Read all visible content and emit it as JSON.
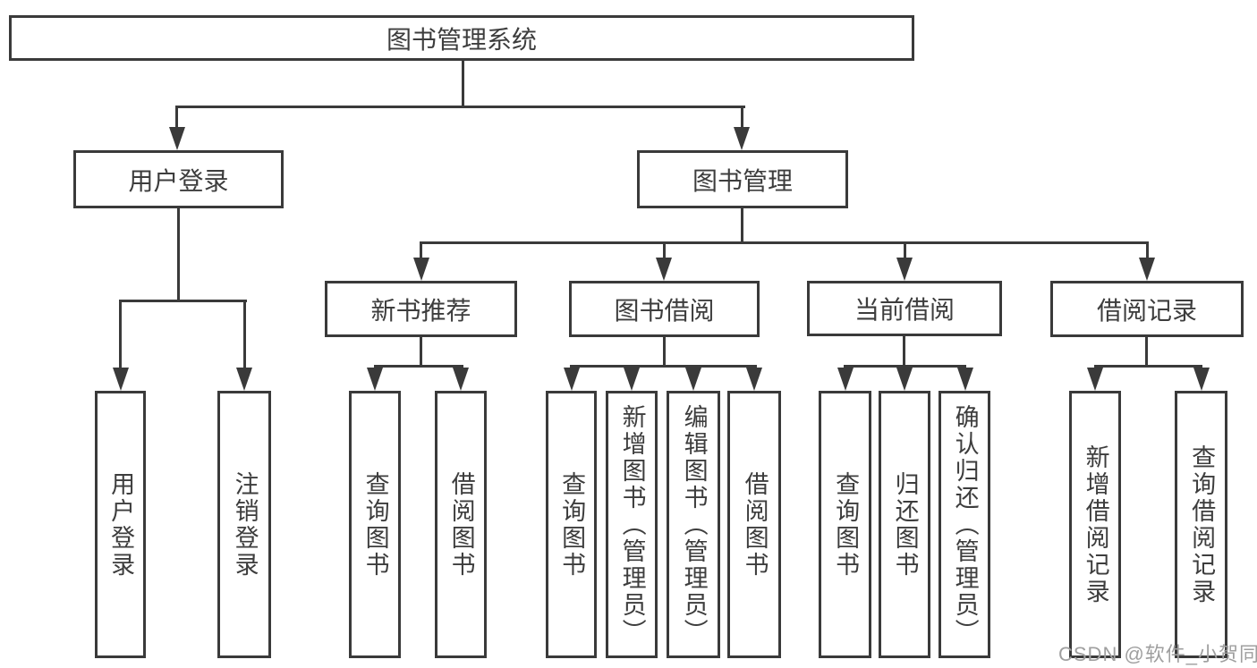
{
  "diagram": {
    "root": {
      "label": "图书管理系统"
    },
    "branches": [
      {
        "label": "用户登录",
        "children": [
          {
            "label": "用户登录"
          },
          {
            "label": "注销登录"
          }
        ]
      },
      {
        "label": "图书管理",
        "children": [
          {
            "label": "新书推荐",
            "children": [
              {
                "label": "查询图书"
              },
              {
                "label": "借阅图书"
              }
            ]
          },
          {
            "label": "图书借阅",
            "children": [
              {
                "label": "查询图书"
              },
              {
                "label": "新增图书（管理员）"
              },
              {
                "label": "编辑图书（管理员）"
              },
              {
                "label": "借阅图书"
              }
            ]
          },
          {
            "label": "当前借阅",
            "children": [
              {
                "label": "查询图书"
              },
              {
                "label": "归还图书"
              },
              {
                "label": "确认归还（管理员）"
              }
            ]
          },
          {
            "label": "借阅记录",
            "children": [
              {
                "label": "新增借阅记录"
              },
              {
                "label": "查询借阅记录"
              }
            ]
          }
        ]
      }
    ]
  },
  "watermark": {
    "text": "CSDN @软件_小贺同学"
  },
  "colors": {
    "line": "#3a3a3a",
    "text": "#3d3d3d",
    "box_background": "#ffffff",
    "page_background": "#ffffff",
    "watermark": "#9f9f9f"
  }
}
